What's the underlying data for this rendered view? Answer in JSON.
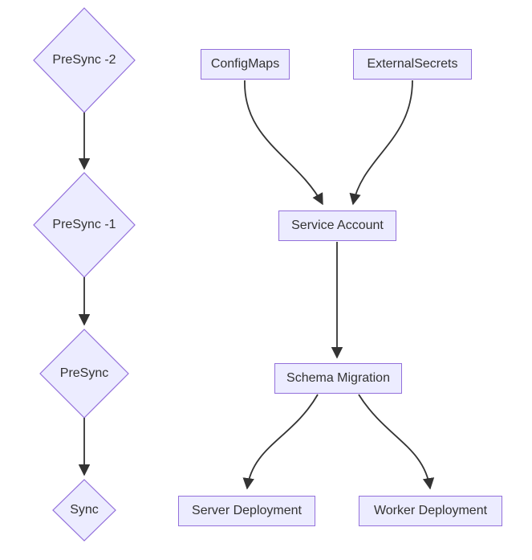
{
  "diagram": {
    "type": "flowchart",
    "direction": "top-down",
    "nodes": {
      "presync2": {
        "label": "PreSync -2",
        "shape": "diamond"
      },
      "presync1": {
        "label": "PreSync -1",
        "shape": "diamond"
      },
      "presync": {
        "label": "PreSync",
        "shape": "diamond"
      },
      "sync": {
        "label": "Sync",
        "shape": "diamond"
      },
      "configmaps": {
        "label": "ConfigMaps",
        "shape": "rect"
      },
      "externalsecrets": {
        "label": "ExternalSecrets",
        "shape": "rect"
      },
      "serviceaccount": {
        "label": "Service Account",
        "shape": "rect"
      },
      "schemamigration": {
        "label": "Schema Migration",
        "shape": "rect"
      },
      "serverdeployment": {
        "label": "Server Deployment",
        "shape": "rect"
      },
      "workerdeployment": {
        "label": "Worker Deployment",
        "shape": "rect"
      }
    },
    "edges": [
      {
        "from": "presync2",
        "to": "presync1"
      },
      {
        "from": "presync1",
        "to": "presync"
      },
      {
        "from": "presync",
        "to": "sync"
      },
      {
        "from": "configmaps",
        "to": "serviceaccount"
      },
      {
        "from": "externalsecrets",
        "to": "serviceaccount"
      },
      {
        "from": "serviceaccount",
        "to": "schemamigration"
      },
      {
        "from": "schemamigration",
        "to": "serverdeployment"
      },
      {
        "from": "schemamigration",
        "to": "workerdeployment"
      }
    ],
    "colors": {
      "node_fill": "#ECECFF",
      "node_border": "#9370DB",
      "edge": "#333333",
      "text": "#333333",
      "background": "#FFFFFF"
    }
  }
}
